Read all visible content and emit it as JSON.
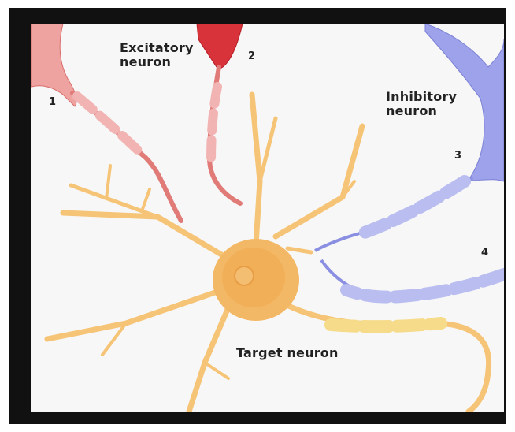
{
  "labels": {
    "excitatory_line1": "Excitatory",
    "excitatory_line2": "neuron",
    "inhibitory_line1": "Inhibitory",
    "inhibitory_line2": "neuron",
    "target": "Target neuron"
  },
  "numbers": {
    "n1": "1",
    "n2": "2",
    "n3": "3",
    "n4": "4"
  },
  "colors": {
    "excitatory": "#e25a5a",
    "excitatory_light": "#f1b0ae",
    "inhibitory": "#8a8fe2",
    "inhibitory_light": "#b9bdf0",
    "target": "#f6c476",
    "target_core": "#f0a850",
    "myelin": "#f6dc8a"
  }
}
